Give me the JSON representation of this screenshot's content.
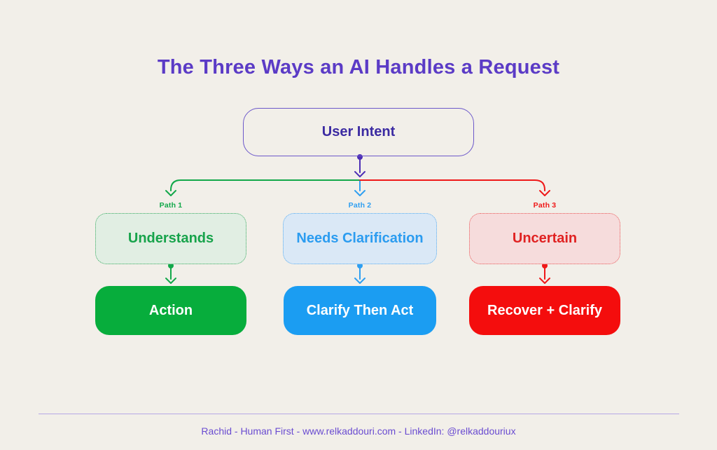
{
  "title": "The Three Ways an AI Handles a Request",
  "root": {
    "label": "User Intent"
  },
  "paths": [
    {
      "label": "Path 1",
      "condition": "Understands",
      "outcome": "Action"
    },
    {
      "label": "Path 2",
      "condition": "Needs Clarification",
      "outcome": "Clarify Then Act"
    },
    {
      "label": "Path 3",
      "condition": "Uncertain",
      "outcome": "Recover + Clarify"
    }
  ],
  "footer": {
    "credit": "Rachid - Human First - www.relkaddouri.com -  LinkedIn: @relkaddouriux"
  },
  "colors": {
    "background": "#f2efe9",
    "title": "#5b3bc6",
    "purpleborder": "#6c58ca",
    "purpledark": "#3c2ba2",
    "purpleline": "#4c2eb5",
    "green": "#12a84a",
    "greentext": "#17a34b",
    "greentint": "#e1eee3",
    "greenborder": "#35a95e",
    "greensolid": "#07ad3c",
    "blue": "#2f9ff1",
    "bluetext": "#2b9cf0",
    "bluetint": "#dae8f6",
    "blueborder": "#55abef",
    "bluesolid": "#1b9df2",
    "red": "#ef1818",
    "redtext": "#e02222",
    "redtint": "#f6dcdc",
    "redborder": "#e85555",
    "redsolid": "#f40d0d",
    "footerline": "#b7a8e5",
    "footertext": "#6a4cd1",
    "white": "#ffffff"
  }
}
